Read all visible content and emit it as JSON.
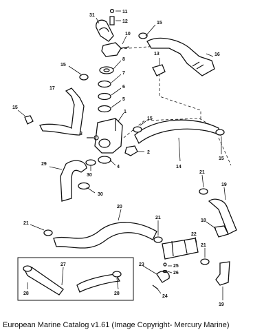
{
  "callouts": {
    "c1": "1",
    "c2": "2",
    "c3": "3",
    "c4": "4",
    "c5": "5",
    "c6": "6",
    "c7": "7",
    "c8": "8",
    "c10": "10",
    "c11": "11",
    "c12": "12",
    "c13": "13",
    "c14": "14",
    "c15a": "15",
    "c15b": "15",
    "c15c": "15",
    "c15d": "15",
    "c15e": "15",
    "c16": "16",
    "c17": "17",
    "c18": "18",
    "c19a": "19",
    "c19b": "19",
    "c20": "20",
    "c21a": "21",
    "c21b": "21",
    "c21c": "21",
    "c21d": "21",
    "c22": "22",
    "c23": "23",
    "c24": "24",
    "c25": "25",
    "c26": "26",
    "c27": "27",
    "c28a": "28",
    "c28b": "28",
    "c29": "29",
    "c30a": "30",
    "c30b": "30",
    "c31": "31"
  },
  "caption": "European Marine Catalog v1.61 (Image Copyright- Mercury Marine)"
}
